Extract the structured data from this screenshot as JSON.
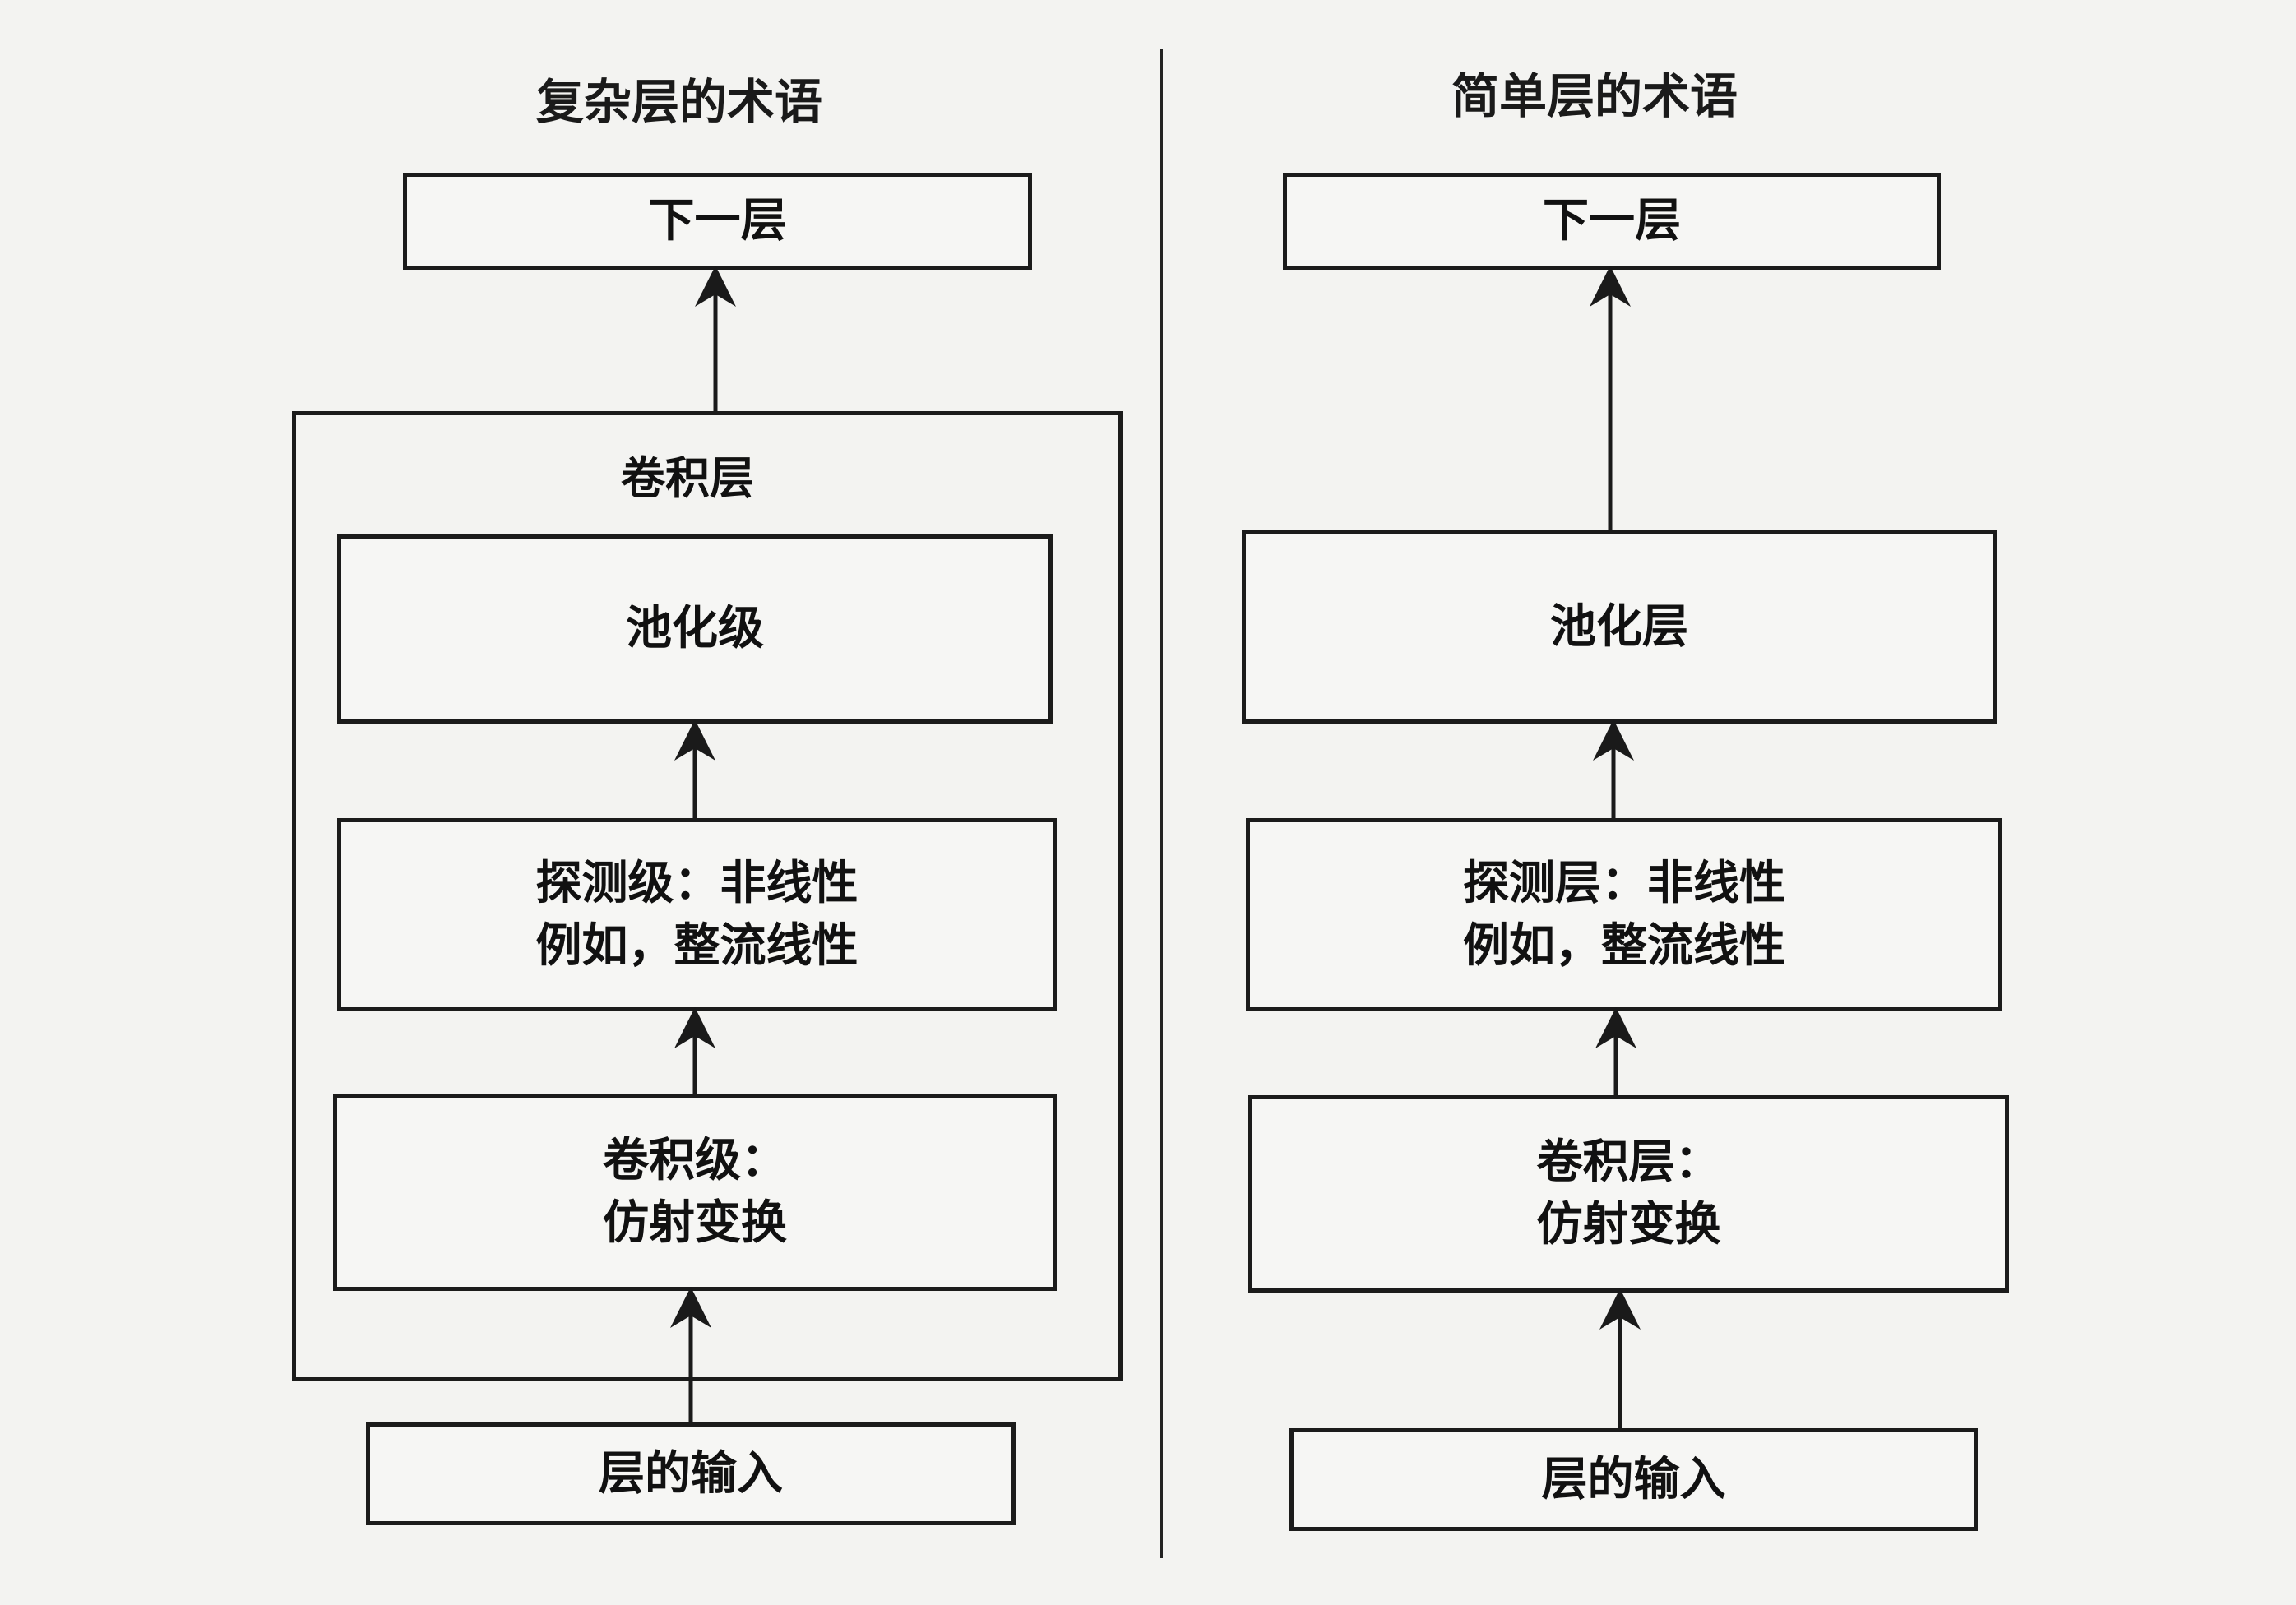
{
  "left": {
    "title": "复杂层的术语",
    "next_layer": "下一层",
    "frame_label": "卷积层",
    "pooling": "池化级",
    "detector": "探测级：非线性\n例如，整流线性",
    "convolution": "卷积级：\n仿射变换",
    "input": "层的输入"
  },
  "right": {
    "title": "简单层的术语",
    "next_layer": "下一层",
    "pooling": "池化层",
    "detector": "探测层：非线性\n例如，整流线性",
    "convolution": "卷积层：\n仿射变换",
    "input": "层的输入"
  }
}
